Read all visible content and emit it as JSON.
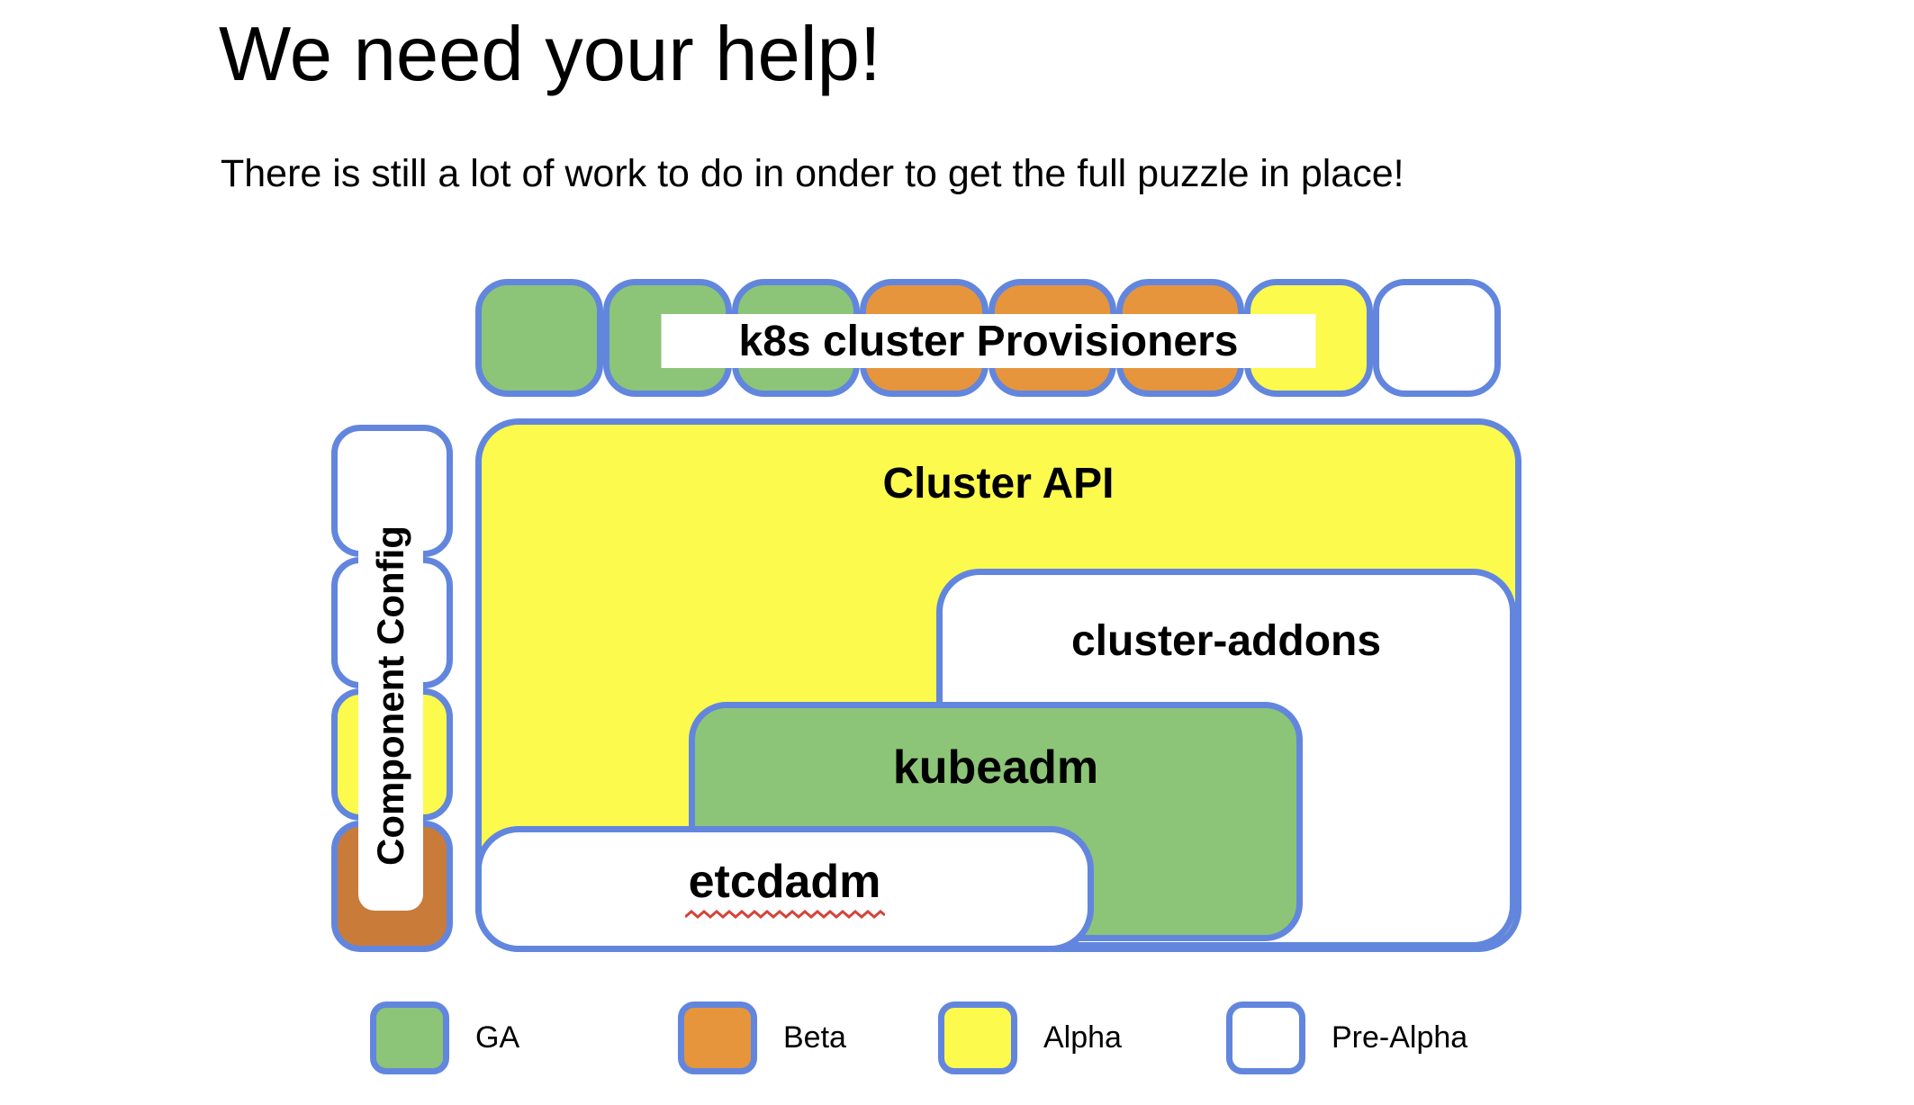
{
  "slide": {
    "title": "We need your help!",
    "subtitle": "There is still a lot of work to do in onder to get the full puzzle in place!"
  },
  "colors": {
    "green": "#8cc577",
    "orange": "#e6953c",
    "dark_orange": "#c97b3a",
    "yellow": "#fdfa4e",
    "white": "#ffffff",
    "border": "#6286de",
    "squiggle": "#d4443a",
    "text": "#000000"
  },
  "provisioners": {
    "label": "k8s cluster Provisioners",
    "pieces": [
      {
        "status": "GA",
        "color": "#8cc577"
      },
      {
        "status": "GA",
        "color": "#8cc577"
      },
      {
        "status": "GA",
        "color": "#8cc577"
      },
      {
        "status": "Beta",
        "color": "#e6953c"
      },
      {
        "status": "Beta",
        "color": "#e6953c"
      },
      {
        "status": "Beta",
        "color": "#e6953c"
      },
      {
        "status": "Alpha",
        "color": "#fdfa4e"
      },
      {
        "status": "Pre-Alpha",
        "color": "#ffffff"
      }
    ]
  },
  "component_config": {
    "label": "Component Config",
    "pieces": [
      {
        "status": "Pre-Alpha",
        "color": "#ffffff"
      },
      {
        "status": "Pre-Alpha",
        "color": "#ffffff"
      },
      {
        "status": "Alpha",
        "color": "#fdfa4e"
      },
      {
        "status": "Beta",
        "color": "#c97b3a"
      }
    ]
  },
  "puzzle": {
    "cluster_api": {
      "label": "Cluster API",
      "status": "Alpha",
      "color": "#fdfa4e"
    },
    "cluster_addons": {
      "label": "cluster-addons",
      "status": "Pre-Alpha",
      "color": "#ffffff"
    },
    "kubeadm": {
      "label": "kubeadm",
      "status": "GA",
      "color": "#8cc577"
    },
    "etcdadm": {
      "label": "etcdadm",
      "status": "Pre-Alpha",
      "color": "#ffffff"
    }
  },
  "legend": {
    "items": [
      {
        "label": "GA",
        "color": "#8cc577"
      },
      {
        "label": "Beta",
        "color": "#e6953c"
      },
      {
        "label": "Alpha",
        "color": "#fdfa4e"
      },
      {
        "label": "Pre-Alpha",
        "color": "#ffffff"
      }
    ]
  }
}
